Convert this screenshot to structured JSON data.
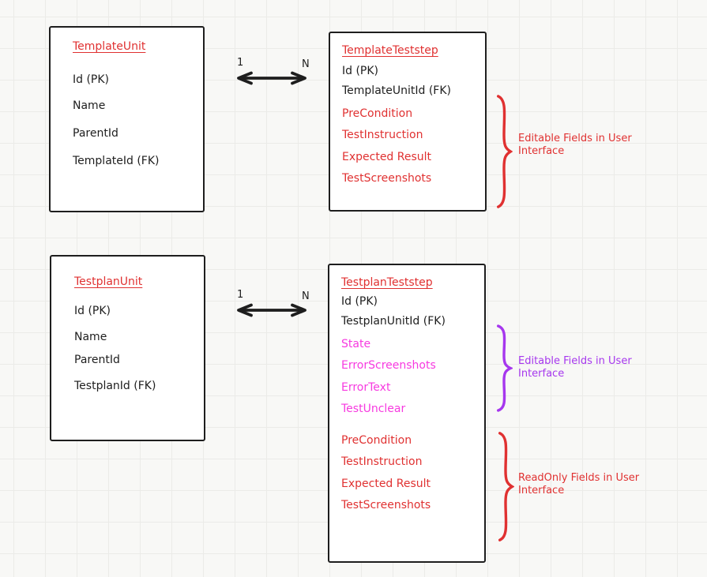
{
  "diagram": {
    "colors": {
      "stroke": "#1e1e1e",
      "red": "#e03131",
      "magenta": "#f73ae0",
      "purple": "#a637ee"
    },
    "entities": [
      {
        "title": "TemplateUnit",
        "title_color": "#e03131",
        "fields": [
          {
            "label": "Id (PK)",
            "color": "#1e1e1e"
          },
          {
            "label": "Name",
            "color": "#1e1e1e"
          },
          {
            "label": "ParentId",
            "color": "#1e1e1e"
          },
          {
            "label": "TemplateId (FK)",
            "color": "#1e1e1e"
          }
        ]
      },
      {
        "title": "TemplateTeststep",
        "title_color": "#e03131",
        "fields": [
          {
            "label": "Id (PK)",
            "color": "#1e1e1e"
          },
          {
            "label": "TemplateUnitId (FK)",
            "color": "#1e1e1e"
          },
          {
            "label": "PreCondition",
            "color": "#e03131"
          },
          {
            "label": "TestInstruction",
            "color": "#e03131"
          },
          {
            "label": "Expected Result",
            "color": "#e03131"
          },
          {
            "label": "TestScreenshots",
            "color": "#e03131"
          }
        ]
      },
      {
        "title": "TestplanUnit",
        "title_color": "#e03131",
        "fields": [
          {
            "label": "Id (PK)",
            "color": "#1e1e1e"
          },
          {
            "label": "Name",
            "color": "#1e1e1e"
          },
          {
            "label": "ParentId",
            "color": "#1e1e1e"
          },
          {
            "label": "TestplanId (FK)",
            "color": "#1e1e1e"
          }
        ]
      },
      {
        "title": "TestplanTeststep",
        "title_color": "#e03131",
        "fields": [
          {
            "label": "Id (PK)",
            "color": "#1e1e1e"
          },
          {
            "label": "TestplanUnitId (FK)",
            "color": "#1e1e1e"
          },
          {
            "label": "State",
            "color": "#f73ae0"
          },
          {
            "label": "ErrorScreenshots",
            "color": "#f73ae0"
          },
          {
            "label": "ErrorText",
            "color": "#f73ae0"
          },
          {
            "label": "TestUnclear",
            "color": "#f73ae0"
          },
          {
            "label": "PreCondition",
            "color": "#e03131"
          },
          {
            "label": "TestInstruction",
            "color": "#e03131"
          },
          {
            "label": "Expected Result",
            "color": "#e03131"
          },
          {
            "label": "TestScreenshots",
            "color": "#e03131"
          }
        ]
      }
    ],
    "relationships": [
      {
        "one": "1",
        "many": "N"
      },
      {
        "one": "1",
        "many": "N"
      }
    ],
    "annotations": [
      {
        "text": "Editable Fields in User Interface",
        "color": "#e03131"
      },
      {
        "text": "Editable Fields in User Interface",
        "color": "#a637ee"
      },
      {
        "text": "ReadOnly Fields in User Interface",
        "color": "#e03131"
      }
    ]
  }
}
